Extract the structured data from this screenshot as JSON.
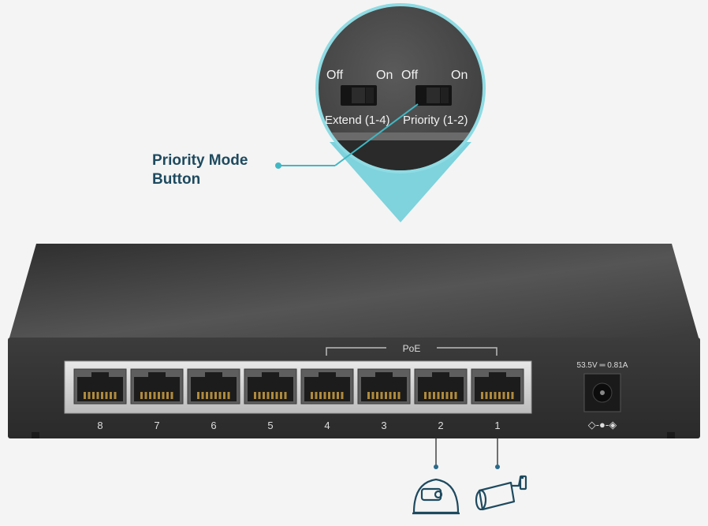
{
  "callout": {
    "line1": "Priority Mode",
    "line2": "Button"
  },
  "zoom": {
    "switch1": {
      "off": "Off",
      "on": "On",
      "label": "Extend (1-4)"
    },
    "switch2": {
      "off": "Off",
      "on": "On",
      "label": "Priority (1-2)"
    }
  },
  "switch_device": {
    "poe_label": "PoE",
    "power_rating": "53.5V ═ 0.81A",
    "polarity": "◇-●-◈",
    "ports": [
      "8",
      "7",
      "6",
      "5",
      "4",
      "3",
      "2",
      "1"
    ]
  },
  "icons": [
    "dome-camera-icon",
    "bullet-camera-icon"
  ],
  "colors": {
    "accent": "#3fb8c4",
    "callout_text": "#1e4a5f",
    "switch_body": "#3a3a3a"
  }
}
